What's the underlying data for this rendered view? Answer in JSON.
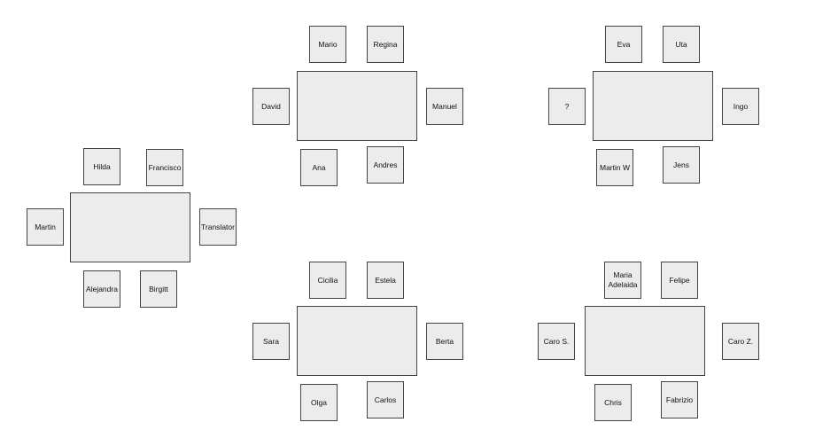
{
  "tables": [
    {
      "seats": [
        {
          "name": "Hilda"
        },
        {
          "name": "Francisco"
        },
        {
          "name": "Martin"
        },
        {
          "name": "Translator"
        },
        {
          "name": "Alejandra"
        },
        {
          "name": "Birgitt"
        }
      ]
    },
    {
      "seats": [
        {
          "name": "Mario"
        },
        {
          "name": "Regina"
        },
        {
          "name": "David"
        },
        {
          "name": "Manuel"
        },
        {
          "name": "Ana"
        },
        {
          "name": "Andres"
        }
      ]
    },
    {
      "seats": [
        {
          "name": "Eva"
        },
        {
          "name": "Uta"
        },
        {
          "name": "?"
        },
        {
          "name": "Ingo"
        },
        {
          "name": "Martin W"
        },
        {
          "name": "Jens"
        }
      ]
    },
    {
      "seats": [
        {
          "name": "Cicilia"
        },
        {
          "name": "Estela"
        },
        {
          "name": "Sara"
        },
        {
          "name": "Berta"
        },
        {
          "name": "Olga"
        },
        {
          "name": "Carlos"
        }
      ]
    },
    {
      "seats": [
        {
          "name": "Maria\nAdelaida"
        },
        {
          "name": "Felipe"
        },
        {
          "name": "Caro S."
        },
        {
          "name": "Caro Z."
        },
        {
          "name": "Chris"
        },
        {
          "name": "Fabrizio"
        }
      ]
    }
  ]
}
